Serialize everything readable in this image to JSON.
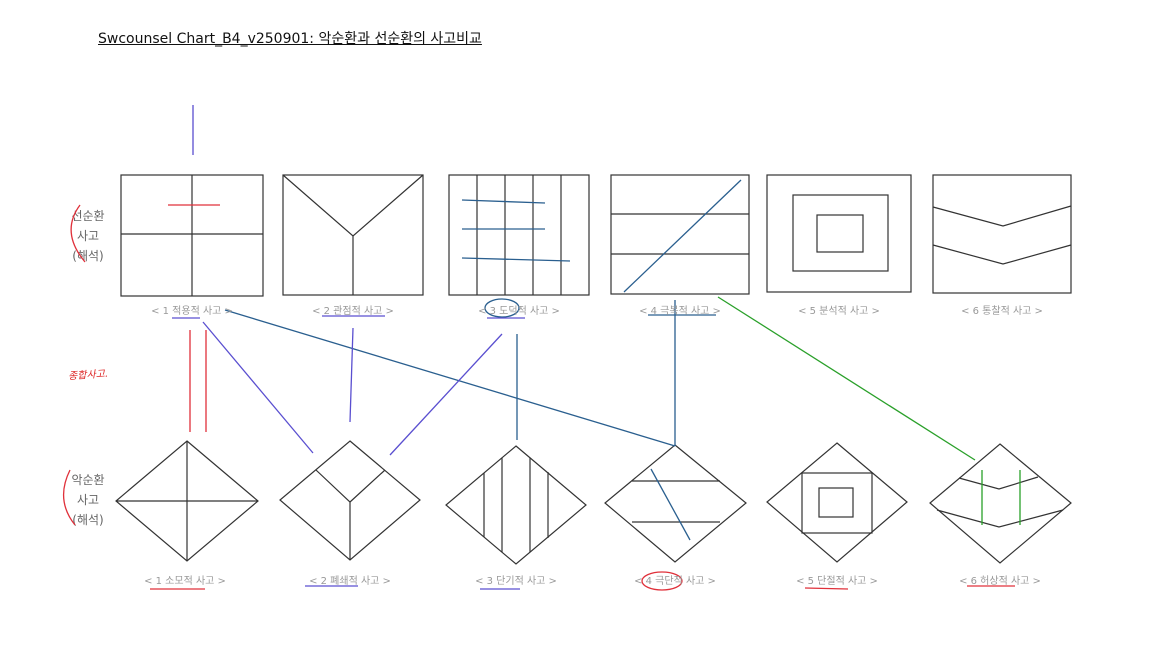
{
  "title": "Swcounsel Chart_B4_v250901: 악순환과 선순환의 사고비교",
  "rows": {
    "virtuous": {
      "line1": "선순환",
      "line2": "사고",
      "line3": "(해석)"
    },
    "vicious": {
      "line1": "악순환",
      "line2": "사고",
      "line3": "(해석)"
    }
  },
  "virtuous_items": [
    {
      "label": "< 1 적용적 사고 >"
    },
    {
      "label": "< 2 관점적 사고 >"
    },
    {
      "label": "< 3 도덕적 사고 >"
    },
    {
      "label": "< 4 극복적 사고 >"
    },
    {
      "label": "< 5 분석적 사고 >"
    },
    {
      "label": "< 6 통찰적 사고 >"
    }
  ],
  "vicious_items": [
    {
      "label": "< 1 소모적 사고 >"
    },
    {
      "label": "< 2 폐쇄적 사고 >"
    },
    {
      "label": "< 3 단기적 사고 >"
    },
    {
      "label": "< 4 극단적 사고 >"
    },
    {
      "label": "< 5 단절적 사고 >"
    },
    {
      "label": "< 6 허상적 사고 >"
    }
  ],
  "annotations": {
    "synthesis": "종합사고."
  },
  "colors": {
    "red": "#e0303a",
    "blue": "#2a5f8f",
    "purple": "#5a4fd0",
    "green": "#2aa02a",
    "frame": "#333333"
  }
}
